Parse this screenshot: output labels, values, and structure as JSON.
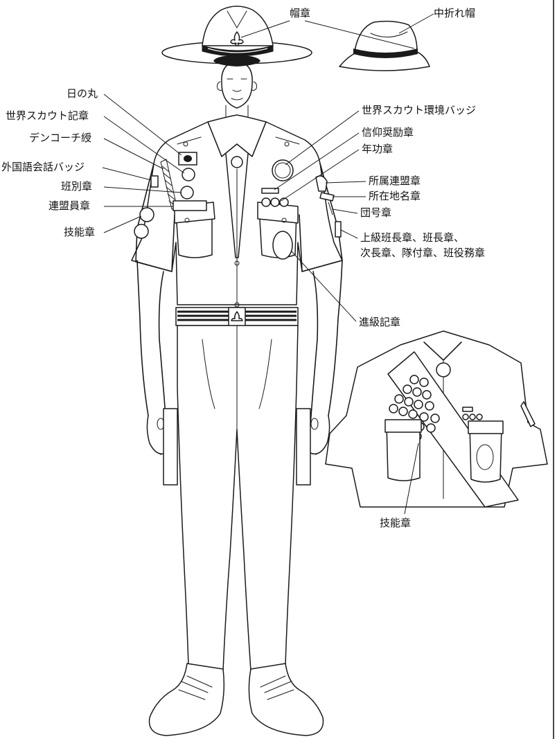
{
  "labels": {
    "cap_badge": "帽章",
    "folded_hat": "中折れ帽",
    "hinomaru": "日の丸",
    "world_scout_badge": "世界スカウト記章",
    "den_coach_cord": "デンコーチ綬",
    "foreign_language_badge": "外国語会話バッジ",
    "patrol_badge": "班別章",
    "federation_member_badge": "連盟員章",
    "skill_badge_left": "技能章",
    "world_scout_environment_badge": "世界スカウト環境バッジ",
    "religion_award": "信仰奨励章",
    "service_star": "年功章",
    "council_badge": "所属連盟章",
    "location_badge": "所在地名章",
    "troop_number": "団号章",
    "rank_line1": "上級班長章、班長章、",
    "rank_line2": "次長章、隊付章、班役務章",
    "progress_badge": "進級記章",
    "skill_badge_inset": "技能章"
  },
  "icons": [
    "campaign-hat-icon",
    "folded-hat-icon",
    "scout-figure-illustration",
    "sash-inset-illustration",
    "fleur-de-lis-icon"
  ]
}
